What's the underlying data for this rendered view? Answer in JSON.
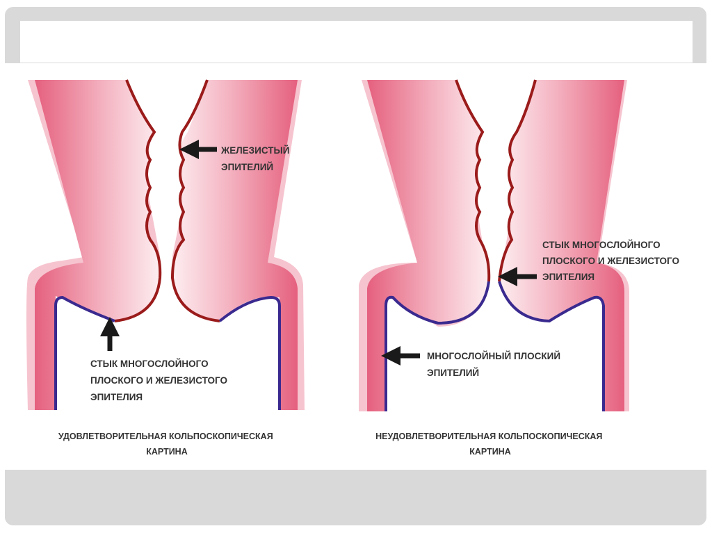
{
  "left_diagram": {
    "label_glandular": [
      "ЖЕЛЕЗИСТЫЙ",
      "ЭПИТЕЛИЙ"
    ],
    "label_junction": [
      "СТЫК МНОГОСЛОЙНОГО",
      "ПЛОСКОГО И ЖЕЛЕЗИСТОГО",
      "ЭПИТЕЛИЯ"
    ],
    "caption": [
      "УДОВЛЕТВОРИТЕЛЬНАЯ  КОЛЬПОСКОПИЧЕСКАЯ",
      "КАРТИНА"
    ]
  },
  "right_diagram": {
    "label_junction": [
      "СТЫК МНОГОСЛОЙНОГО",
      "ПЛОСКОГО И ЖЕЛЕЗИСТОГО",
      "ЭПИТЕЛИЯ"
    ],
    "label_squamous": [
      "МНОГОСЛОЙНЫЙ ПЛОСКИЙ",
      "ЭПИТЕЛИЙ"
    ],
    "caption": [
      "НЕУДОВЛЕТВОРИТЕЛЬНАЯ  КОЛЬПОСКОПИЧЕСКАЯ",
      "КАРТИНА"
    ]
  },
  "colors": {
    "tissue_light": "#fbe3e8",
    "tissue_mid": "#f3a7b7",
    "tissue_dark": "#e5607e",
    "glandular_line": "#9b1b1b",
    "squamous_line": "#3a2a8f",
    "frame": "#d9d9d9"
  }
}
